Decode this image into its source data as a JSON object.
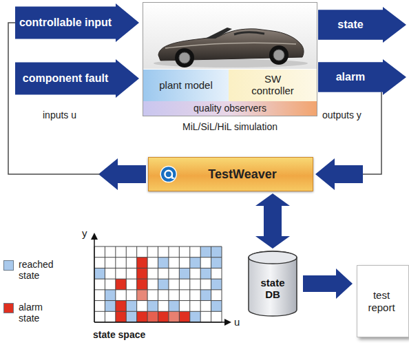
{
  "diagram": {
    "nodes": [
      {
        "text": [
          "controllable input"
        ]
      },
      {
        "text": [
          "component fault"
        ]
      },
      {
        "text": [
          "MiL/SiL/HiL simulation"
        ]
      },
      {
        "text": [
          "plant model"
        ],
        "in": 2
      },
      {
        "text": [
          "SW controller"
        ],
        "in": 2
      },
      {
        "text": [
          "quality observers"
        ],
        "in": 2
      },
      {
        "text": [
          "state"
        ]
      },
      {
        "text": [
          "alarm"
        ]
      },
      {
        "text": [
          "TestWeaver"
        ]
      },
      {
        "text": [
          "state space"
        ]
      },
      {
        "text": [
          "state DB"
        ]
      },
      {
        "text": [
          "test report"
        ]
      }
    ],
    "edges": [
      {
        "from": 7,
        "to": 8,
        "arrow": "to"
      },
      {
        "from": 8,
        "to": 0,
        "arrow": "to"
      },
      {
        "from": 8,
        "to": 10,
        "arrow": "both"
      },
      {
        "from": 10,
        "to": 11,
        "arrow": "to"
      }
    ],
    "labels": [
      "inputs u",
      "outputs y",
      "y",
      "u"
    ],
    "legend": [
      {
        "text": "reached state",
        "color": "#a9c9ec"
      },
      {
        "text": "alarm state",
        "color": "#e03020"
      }
    ]
  }
}
